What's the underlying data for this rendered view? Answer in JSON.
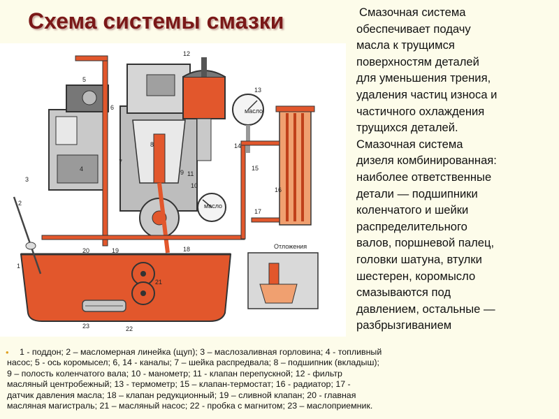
{
  "slide": {
    "title": "Схема системы смазки"
  },
  "description": {
    "lines": [
      "Смазочная система",
      "обеспечивает подачу",
      "масла к трущимся",
      "поверхностям деталей",
      "для уменьшения трения,",
      "удаления частиц износа и",
      "частичного охлаждения",
      "трущихся деталей.",
      "Смазочная система",
      "дизеля комбинированная:",
      "наиболее ответственные",
      "детали — подшипники",
      "коленчатого и шейки",
      "распределительного",
      "валов, поршневой палец,",
      "головки шатуна, втулки",
      "шестерен, коромысло",
      "смазываются под",
      "давлением, остальные —",
      "разбрызгиванием"
    ]
  },
  "legend": {
    "bullet": "•",
    "lines": [
      "1 - поддон; 2 – масломерная линейка (щуп); 3 – маслозаливная горловина; 4 - топливный",
      "насос; 5 - ось коромысел; 6, 14 - каналы; 7 – шейка распредвала; 8 – подшипник (вкладыш);",
      "9 – полость коленчатого вала; 10 - манометр; 11 - клапан перепускной; 12 - фильтр",
      "масляный центробежный; 13 - термометр; 15 – клапан-термостат; 16 - радиатор; 17 -",
      "датчик давления масла; 18 – клапан редукционный; 19 – сливной клапан; 20 - главная",
      "масляная магистраль; 21 – масляный насос; 22 - пробка с магнитом; 23 – маслоприемник."
    ]
  },
  "diagram": {
    "callouts": [
      "1",
      "2",
      "3",
      "4",
      "5",
      "6",
      "7",
      "8",
      "9",
      "10",
      "11",
      "12",
      "13",
      "14",
      "15",
      "16",
      "17",
      "18",
      "19",
      "20",
      "21",
      "22",
      "23"
    ],
    "inset_label": "Отложения",
    "gauge_labels": [
      "масло",
      "масло"
    ],
    "colors": {
      "oil": "#e2572c",
      "oil_light": "#f0a070",
      "metal": "#c9c9c9",
      "metal_dark": "#6e6e6e",
      "title": "#7a1818"
    }
  }
}
